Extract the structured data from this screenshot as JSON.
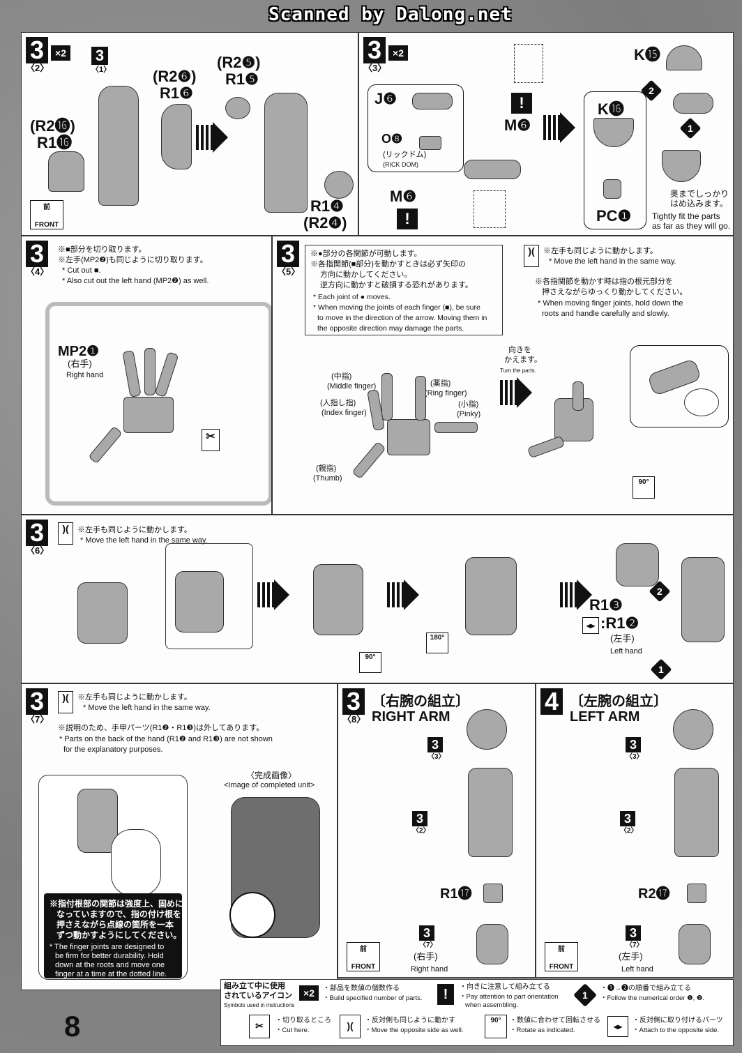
{
  "watermark": "Scanned by Dalong.net",
  "page_number": "8",
  "s1": {
    "num": "3",
    "sub": "〈2〉",
    "x2": "×2",
    "ref_num": "3",
    "ref_sub": "〈1〉",
    "a1": "(R2⓰)",
    "a2": "R1⓰",
    "b1": "(R2❻)",
    "b2": "R1❻",
    "c1": "(R2❺)",
    "c2": "R1❺",
    "d1": "R1❹",
    "d2": "(R2❹)",
    "front_jp": "前",
    "front_en": "FRONT"
  },
  "s2": {
    "num": "3",
    "sub": "〈3〉",
    "x2": "×2",
    "j6": "J❻",
    "o8": "O❽",
    "rick_jp": "(リックドム)",
    "rick_en": "(RICK DOM)",
    "m6a": "M❻",
    "m6b": "M❻",
    "k15": "K⓯",
    "k16": "K⓰",
    "pcj": "PC❶",
    "n1": "1",
    "n2": "2",
    "tight_jp1": "奥までしっかり",
    "tight_jp2": "はめ込みます。",
    "tight_en1": "Tightly fit the parts",
    "tight_en2": "as far as they will go."
  },
  "s3": {
    "num": "3",
    "sub": "〈4〉",
    "jp1": "※■部分を切り取ります。",
    "jp2": "※左手(MP2❷)も同じように切り取ります。",
    "en1": "* Cut out ■.",
    "en2": "* Also cut out the left hand (MP2❷) as well.",
    "mp": "MP2❶",
    "mp_jp": "(右手)",
    "mp_en": "Right hand"
  },
  "s4": {
    "num": "3",
    "sub": "〈5〉",
    "jp1": "※●部分の各関節が可動します。",
    "jp2": "※各指関節(■部分)を動かすときは必ず矢印の",
    "jp3": "方向に動かしてください。",
    "jp4": "逆方向に動かすと破損する恐れがあります。",
    "en1": "* Each joint of ● moves.",
    "en2": "* When moving the joints of each finger (■), be sure",
    "en3": "to move in the direction of the arrow. Moving them in",
    "en4": "the opposite direction may damage the parts.",
    "mid_jp": "(中指)",
    "mid_en": "(Middle finger)",
    "ring_jp": "(薬指)",
    "ring_en": "(Ring finger)",
    "idx_jp": "(人指し指)",
    "idx_en": "(Index finger)",
    "pinky_jp": "(小指)",
    "pinky_en": "(Pinky)",
    "thumb_jp": "(親指)",
    "thumb_en": "(Thumb)",
    "turn_jp1": "向きを",
    "turn_jp2": "かえます。",
    "turn_en": "Turn the parts.",
    "left_jp": "※左手も同じように動かします。",
    "left_en": "* Move the left hand in the same way.",
    "root_jp1": "※各指関節を動かす時は指の根元部分を",
    "root_jp2": "押さえながらゆっくり動かしてください。",
    "root_en1": "* When moving finger joints, hold down the",
    "root_en2": "roots and handle carefully and slowly.",
    "deg": "90°"
  },
  "s5": {
    "num": "3",
    "sub": "〈6〉",
    "jp": "※左手も同じように動かします。",
    "en": "* Move the left hand in the same way.",
    "deg90": "90°",
    "deg180": "180°",
    "r13": "R1❸",
    "r12": ":R1❷",
    "left_jp": "(左手)",
    "left_en": "Left hand",
    "n1": "1",
    "n2": "2"
  },
  "s6": {
    "num": "3",
    "sub": "〈7〉",
    "jp1": "※左手も同じように動かします。",
    "en1": "* Move the left hand in the same way.",
    "jp2": "※説明のため、手甲パーツ(R1❷・R1❸)は外してあります。",
    "en2a": "* Parts on the back of the hand (R1❷ and R1❸) are not shown",
    "en2b": "for the explanatory purposes.",
    "comp_jp": "〈完成画像〉",
    "comp_en": "<Image of completed unit>",
    "warn_jp1": "※指付根部の関節は強度上、固めに",
    "warn_jp2": "なっていますので、指の付け根を",
    "warn_jp3": "押さえながら点線の箇所を一本",
    "warn_jp4": "ずつ動かすようにしてください。",
    "warn_en1": "* The finger joints are designed to",
    "warn_en2": "be firm for better durability. Hold",
    "warn_en3": "down at the roots and move one",
    "warn_en4": "finger at a time at the dotted line."
  },
  "s7": {
    "num": "3",
    "sub": "〈8〉",
    "title_jp": "〔右腕の組立〕",
    "title_en": "RIGHT ARM",
    "r3": "3",
    "r3s": "〈3〉",
    "r2": "3",
    "r2s": "〈2〉",
    "part": "R1⓱",
    "r7": "3",
    "r7s": "〈7〉",
    "hand_jp": "(右手)",
    "hand_en": "Right hand",
    "front_jp": "前",
    "front_en": "FRONT"
  },
  "s8": {
    "num": "4",
    "title_jp": "〔左腕の組立〕",
    "title_en": "LEFT ARM",
    "r3": "3",
    "r3s": "〈3〉",
    "r2": "3",
    "r2s": "〈2〉",
    "part": "R2⓱",
    "r7": "3",
    "r7s": "〈7〉",
    "hand_jp": "(左手)",
    "hand_en": "Left hand",
    "front_jp": "前",
    "front_en": "FRONT"
  },
  "legend": {
    "head_jp1": "組み立て中に使用",
    "head_jp2": "されているアイコン",
    "head_en": "Symbols used in instructions",
    "x2": "×2",
    "x2_jp": "・部品を数値の個数作る",
    "x2_en": "・Build specified number of parts.",
    "excl": "!",
    "excl_jp": "・向きに注意して組み立てる",
    "excl_en1": "・Pay attention to part orientation",
    "excl_en2": "when assembling.",
    "order": "1",
    "order_jp": "・❶→❷の順番で組み立てる",
    "order_en": "・Follow the numerical order ❶, ❷.",
    "cut_jp": "・切り取るところ",
    "cut_en": "・Cut here.",
    "opp_jp": "・反対側も同じように動かす",
    "opp_en": "・Move the opposite side as well.",
    "rot": "90°",
    "rot_jp": "・数値に合わせて回転させる",
    "rot_en": "・Rotate as indicated.",
    "att_jp": "・反対側に取り付けるパーツ",
    "att_en": "・Attach to the opposite side."
  }
}
